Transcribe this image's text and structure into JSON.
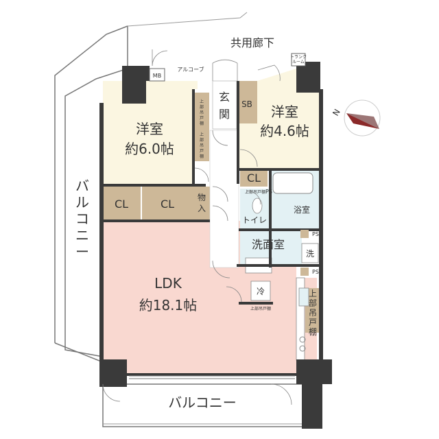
{
  "rooms": {
    "bedroom1": {
      "name": "洋室",
      "size": "約6.0帖"
    },
    "bedroom2": {
      "name": "洋室",
      "size": "約4.6帖"
    },
    "ldk": {
      "name": "LDK",
      "size": "約18.1帖"
    }
  },
  "labels": {
    "corridor": "共用廊下",
    "alcove": "アルコーブ",
    "mb": "MB",
    "trunk_room_line1": "トランク",
    "trunk_room_line2": "ルーム",
    "entrance_c1": "玄",
    "entrance_c2": "関",
    "sb": "SB",
    "cl": "CL",
    "storage_c1": "物",
    "storage_c2": "入",
    "toilet": "トイレ",
    "bath": "浴室",
    "washroom": "洗面室",
    "wash": "洗",
    "ps": "PS",
    "fridge": "冷",
    "upper_cabinet": "上部吊戸棚",
    "upper_cabinet_chars": [
      "上",
      "部",
      "吊",
      "戸",
      "棚"
    ],
    "balcony_side_chars": [
      "バ",
      "ル",
      "コ",
      "ニ",
      "ー"
    ],
    "balcony_bottom": "バルコニー",
    "north": "N"
  },
  "colors": {
    "bedroom": "#fbf6e1",
    "ldk": "#f9d8d0",
    "storage": "#cdb898",
    "bath": "#e3f1f4",
    "wall": "#3a3a3a",
    "compass": "#8b2a2a"
  }
}
